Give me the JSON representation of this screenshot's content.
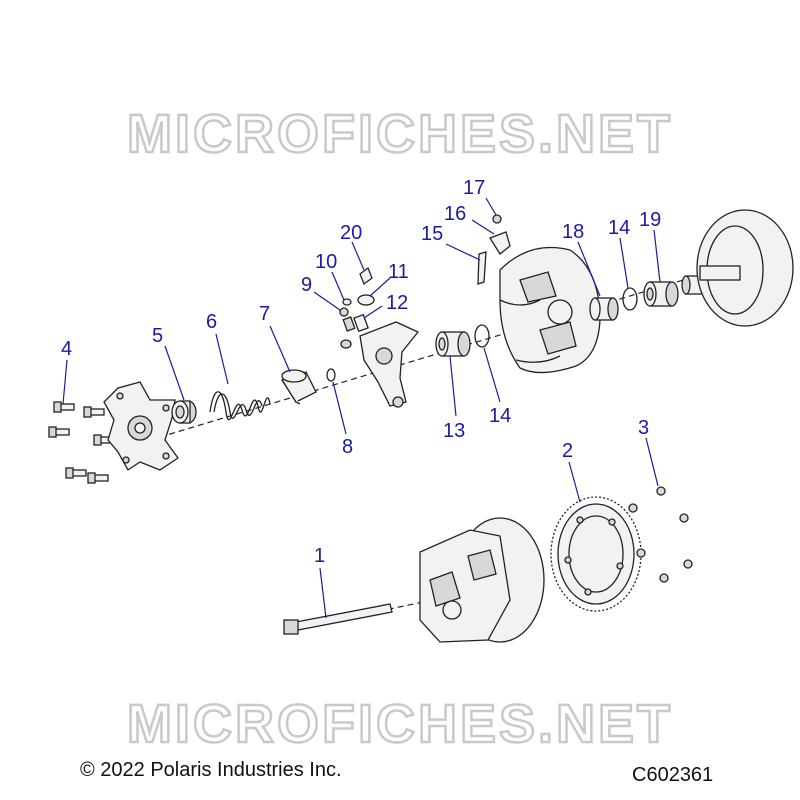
{
  "watermark": "MICROFICHES.NET",
  "callouts": {
    "c1": "1",
    "c2": "2",
    "c3": "3",
    "c4": "4",
    "c5": "5",
    "c6": "6",
    "c7": "7",
    "c8": "8",
    "c9": "9",
    "c10": "10",
    "c11": "11",
    "c12": "12",
    "c13": "13",
    "c14a": "14",
    "c14b": "14",
    "c15": "15",
    "c16": "16",
    "c17": "17",
    "c18": "18",
    "c19": "19",
    "c20": "20"
  },
  "footer": {
    "copyright": "© 2022 Polaris Industries Inc.",
    "drawing_number": "C602361"
  },
  "colors": {
    "callout": "#1a1aa6",
    "line": "#222222",
    "watermark": "#c9c9c9"
  }
}
